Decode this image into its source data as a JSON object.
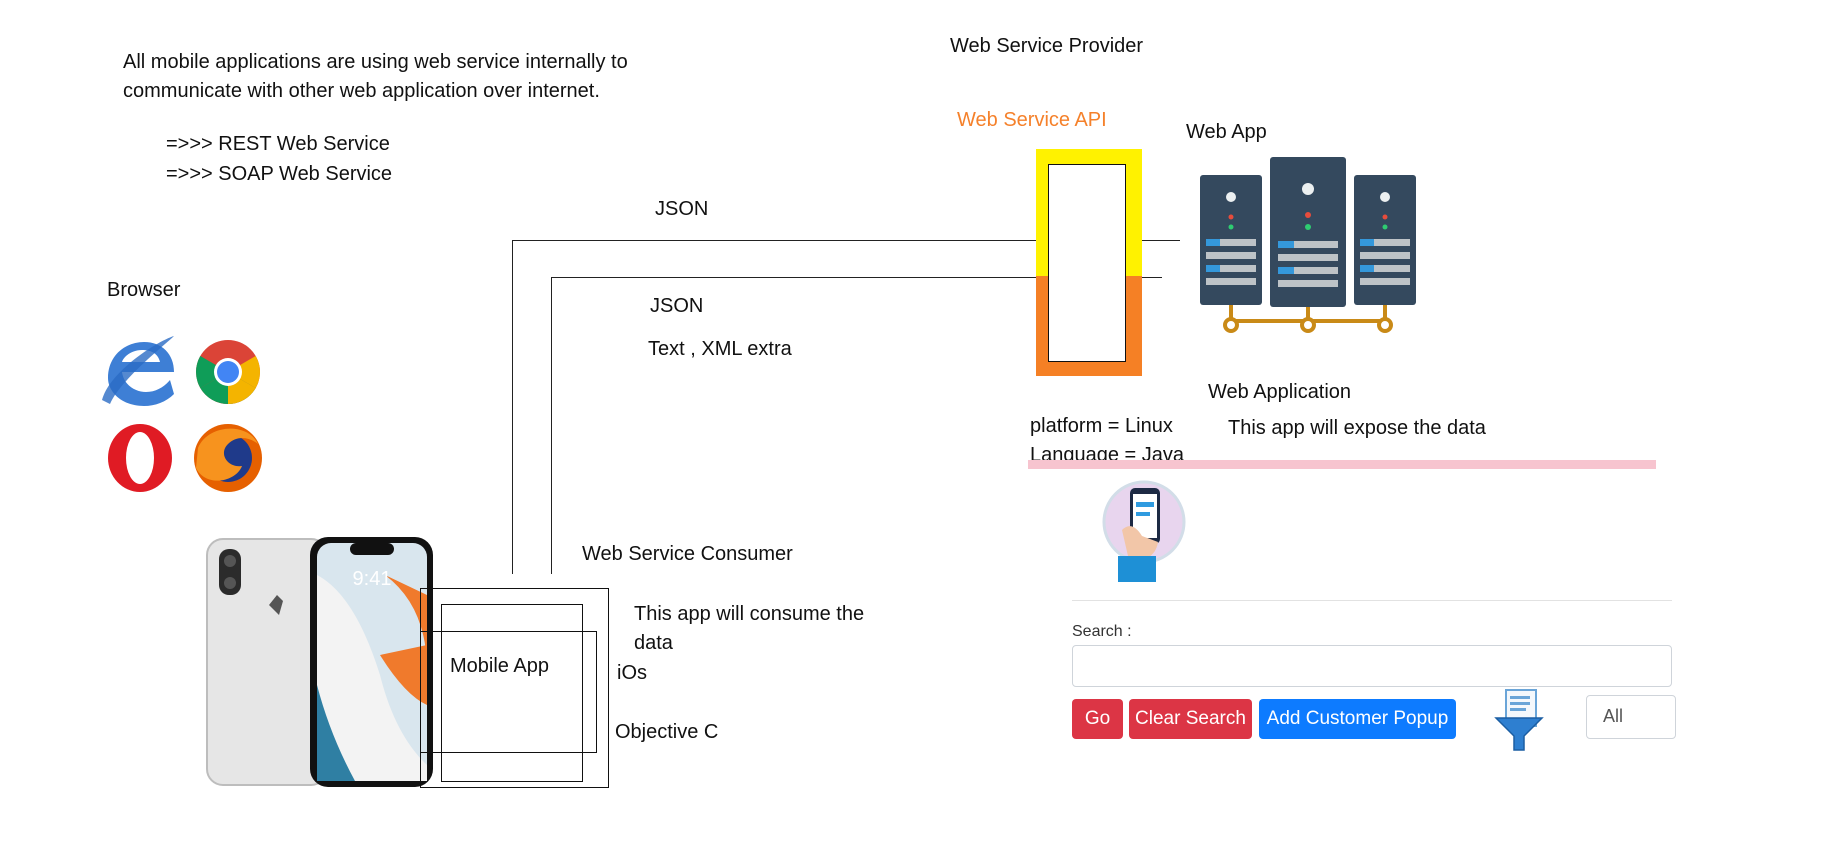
{
  "intro": {
    "line1": "All mobile applications are using web service internally to",
    "line2": "communicate with other web application over internet.",
    "bullet1": "=>>> REST Web Service",
    "bullet2": "=>>> SOAP Web Service"
  },
  "browser": {
    "label": "Browser"
  },
  "consumer": {
    "title": "Web Service Consumer",
    "app_label": "Mobile App",
    "desc_line1": "This app will consume the",
    "desc_line2": "data",
    "os": "iOs",
    "language": "Objective C"
  },
  "connections": {
    "top_label": "JSON",
    "bottom_label": "JSON",
    "formats": "Text , XML extra"
  },
  "provider": {
    "title": "Web Service Provider",
    "api_label": "Web Service API",
    "webapp_label": "Web App",
    "webapp_caption": "Web Application",
    "platform": "platform = Linux",
    "language": "Language = Java",
    "expose": "This app will expose the data"
  },
  "search": {
    "label": "Search :",
    "go": "Go",
    "clear": "Clear Search",
    "add": "Add Customer Popup",
    "filter_selected": "All"
  },
  "colors": {
    "api_label": "#f5812b",
    "api_top": "#fff200",
    "api_bottom": "#f58025",
    "danger": "#dc3545",
    "primary": "#0d7bff"
  }
}
